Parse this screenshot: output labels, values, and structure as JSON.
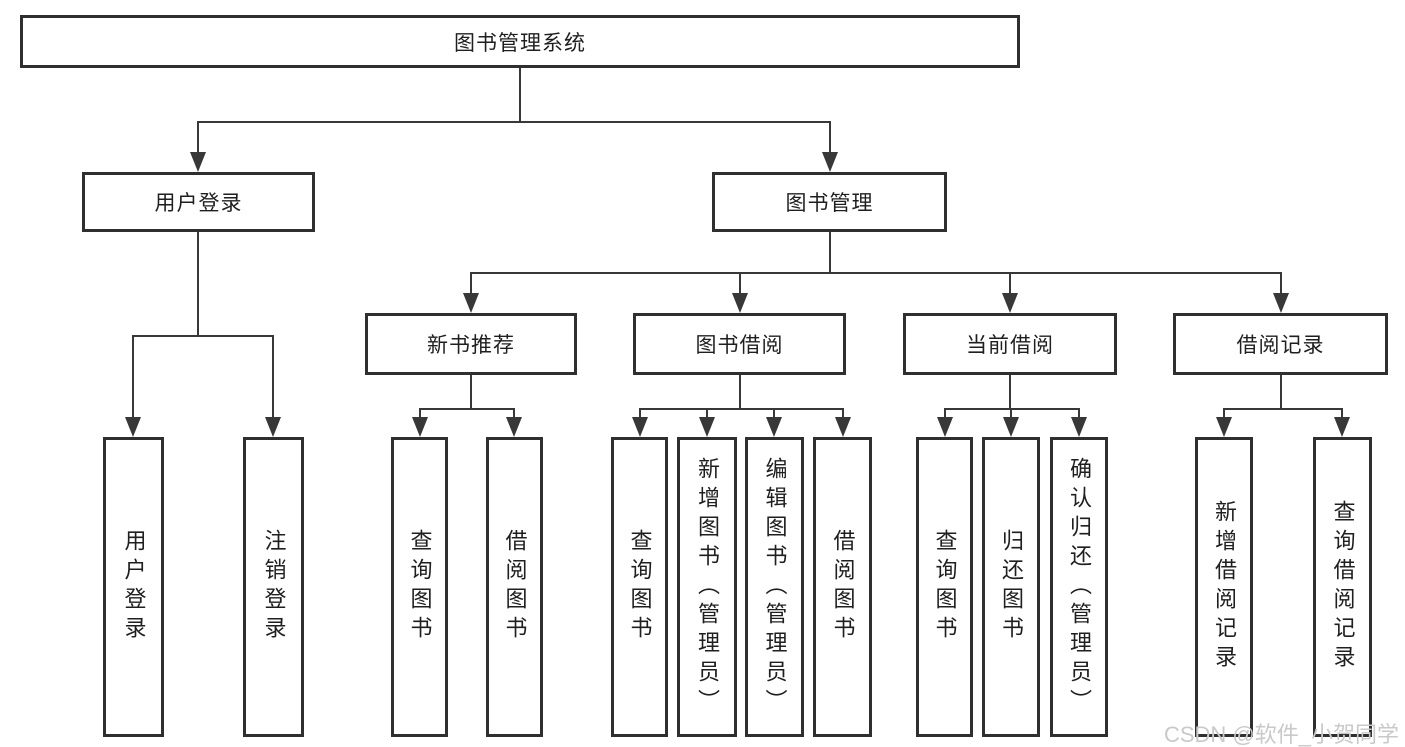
{
  "diagram": {
    "title": "图书管理系统",
    "level2": [
      {
        "label": "用户登录"
      },
      {
        "label": "图书管理"
      }
    ],
    "level3": [
      {
        "label": "新书推荐"
      },
      {
        "label": "图书借阅"
      },
      {
        "label": "当前借阅"
      },
      {
        "label": "借阅记录"
      }
    ],
    "leaves": [
      {
        "label": "用户登录"
      },
      {
        "label": "注销登录"
      },
      {
        "label": "查询图书"
      },
      {
        "label": "借阅图书"
      },
      {
        "label": "查询图书"
      },
      {
        "label": "新增图书（管理员）"
      },
      {
        "label": "编辑图书（管理员）"
      },
      {
        "label": "借阅图书"
      },
      {
        "label": "查询图书"
      },
      {
        "label": "归还图书"
      },
      {
        "label": "确认归还（管理员）"
      },
      {
        "label": "新增借阅记录"
      },
      {
        "label": "查询借阅记录"
      }
    ]
  },
  "watermark": {
    "text": "CSDN @软件_小贺同学"
  },
  "colors": {
    "line": "#383838",
    "box_border": "#2f2f2f",
    "text": "#1f1f1f",
    "background": "#ffffff",
    "watermark": "#c9c9c9"
  }
}
